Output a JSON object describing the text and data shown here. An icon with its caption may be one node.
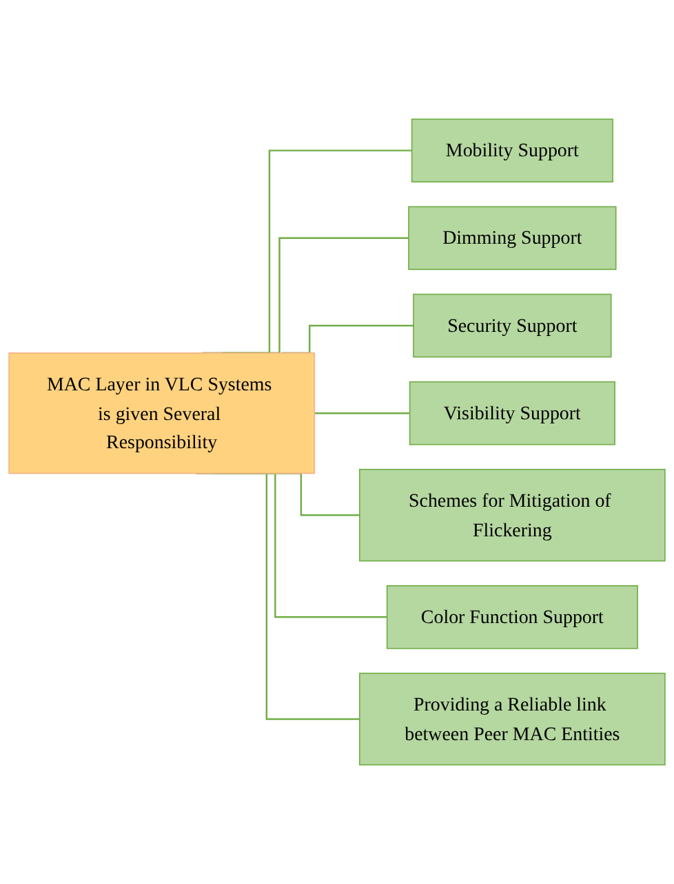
{
  "diagram": {
    "nodes": [
      {
        "text": [
          "MAC Layer in VLC Systems is given Several Responsibility"
        ]
      },
      {
        "text": [
          "Mobility Support"
        ]
      },
      {
        "text": [
          "Dimming Support"
        ]
      },
      {
        "text": [
          "Security Support"
        ]
      },
      {
        "text": [
          "Visibility Support"
        ]
      },
      {
        "text": [
          "Schemes for Mitigation of Flickering"
        ]
      },
      {
        "text": [
          "Color Function Support"
        ]
      },
      {
        "text": [
          "Providing a Reliable link between Peer MAC Entities"
        ]
      }
    ],
    "edges": [
      {
        "from": 0,
        "to": 1,
        "arrow": "none"
      },
      {
        "from": 0,
        "to": 2,
        "arrow": "none"
      },
      {
        "from": 0,
        "to": 3,
        "arrow": "none"
      },
      {
        "from": 0,
        "to": 4,
        "arrow": "none"
      },
      {
        "from": 0,
        "to": 5,
        "arrow": "none"
      },
      {
        "from": 0,
        "to": 6,
        "arrow": "none"
      },
      {
        "from": 0,
        "to": 7,
        "arrow": "none"
      }
    ]
  }
}
